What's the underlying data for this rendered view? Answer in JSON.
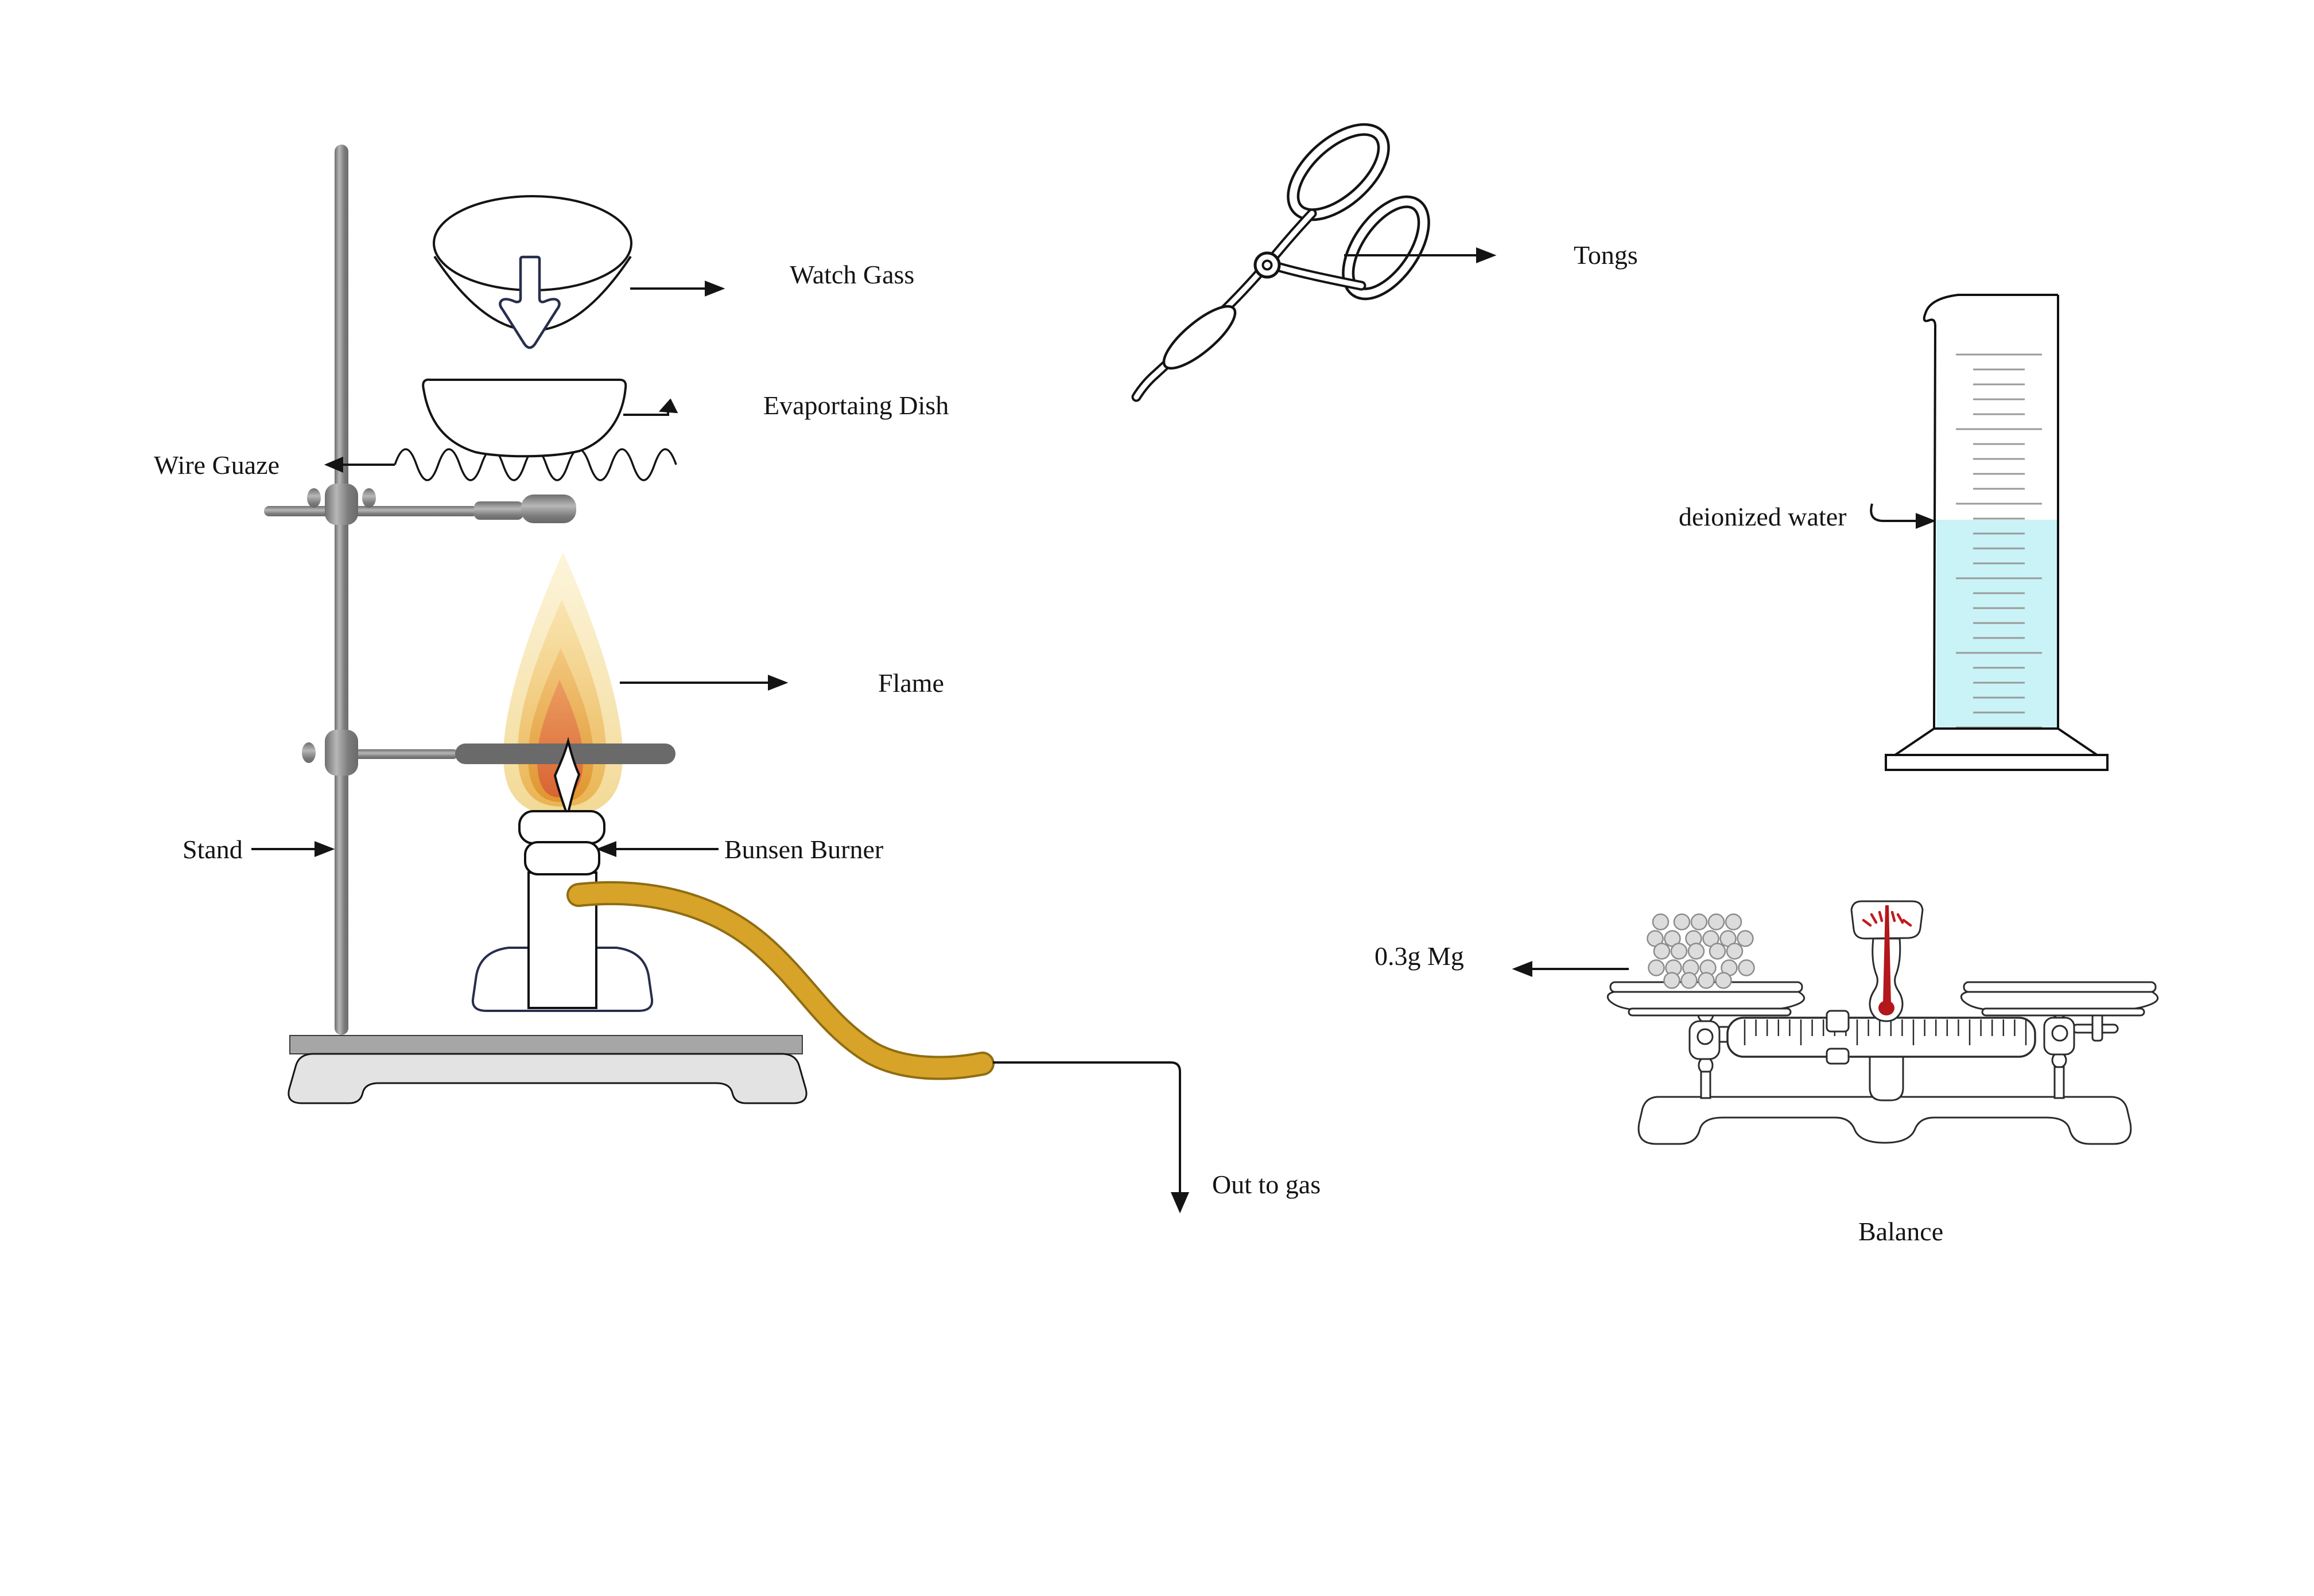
{
  "diagram": {
    "title": "Chemistry experiment equipment diagram",
    "labels": {
      "watch_glass": "Watch Gass",
      "evaporating_dish": "Evaportaing Dish",
      "wire_gauze": "Wire Guaze",
      "flame": "Flame",
      "stand": "Stand",
      "bunsen_burner": "Bunsen Burner",
      "out_to_gas": "Out to gas",
      "tongs": "Tongs",
      "deionized_water": "deionized water",
      "mg_mass": "0.3g Mg",
      "balance": "Balance"
    },
    "colors": {
      "flame_outer": "#F2D995",
      "flame_mid": "#EAB453",
      "flame_core": "#E0952F",
      "flame_inner": "#D96334",
      "hose": "#D7A329",
      "hose_edge": "#8F6D12",
      "water": "#C9F3F7",
      "metal_gray": "#8E8E8E",
      "clamp_bar": "#6A6A6A",
      "pellet": "#DCDCDC",
      "needle_red": "#B3161B",
      "outline": "#141414"
    },
    "figures": {
      "wire_gauze_waves": 13,
      "cylinder_ticks": {
        "count": 26,
        "major_every": 5
      },
      "beam_ticks": {
        "count": 26,
        "major_every": 5
      },
      "pellet_rows": [
        5,
        6,
        5,
        6,
        4
      ]
    }
  }
}
